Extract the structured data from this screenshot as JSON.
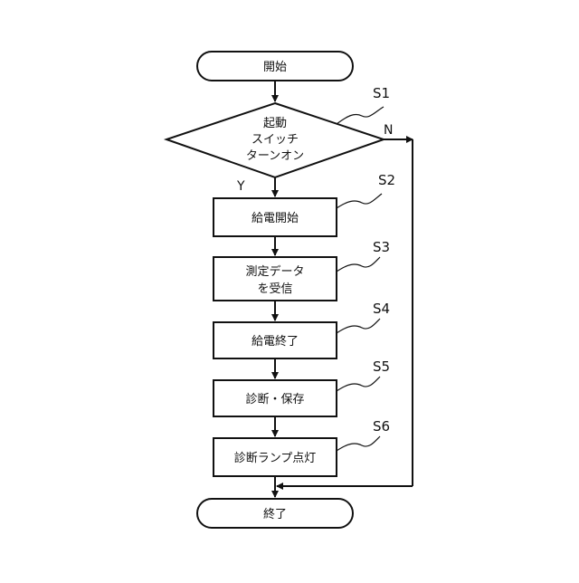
{
  "flowchart": {
    "start": "開始",
    "decision": {
      "lines": [
        "起動",
        "スイッチ",
        "ターンオン"
      ],
      "yes_label": "Y",
      "no_label": "N"
    },
    "processes": [
      {
        "lines": [
          "給電開始"
        ]
      },
      {
        "lines": [
          "測定データ",
          "を受信"
        ]
      },
      {
        "lines": [
          "給電終了"
        ]
      },
      {
        "lines": [
          "診断・保存"
        ]
      },
      {
        "lines": [
          "診断ランプ点灯"
        ]
      }
    ],
    "end": "終了",
    "step_labels": [
      "S1",
      "S2",
      "S3",
      "S4",
      "S5",
      "S6"
    ]
  }
}
